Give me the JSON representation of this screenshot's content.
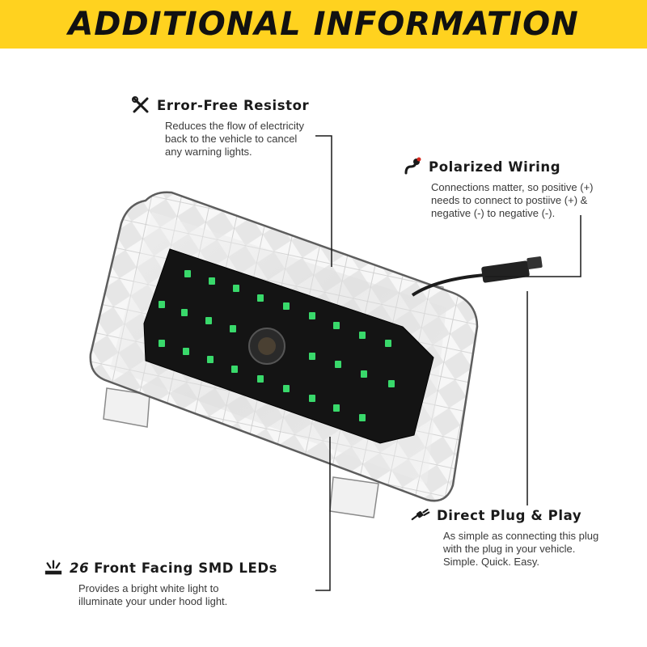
{
  "banner": {
    "title": "ADDITIONAL INFORMATION",
    "color": "#ffd21f"
  },
  "features": {
    "resistor": {
      "icon": "wrench-screwdriver-icon",
      "title": "Error-Free Resistor",
      "description": "Reduces the flow of electricity\nback to the vehicle to cancel\nany warning lights."
    },
    "polarized": {
      "icon": "wiring-plug-icon",
      "title": "Polarized Wiring",
      "description": "Connections matter, so positive (+)\nneeds to connect to postiive (+) &\nnegative (-) to negative (-)."
    },
    "plug": {
      "icon": "plug-icon",
      "title": "Direct Plug & Play",
      "description": "As simple as connecting this plug\nwith the plug in your vehicle.\nSimple. Quick. Easy."
    },
    "leds": {
      "icon": "light-rays-icon",
      "count": "26",
      "title": "Front Facing SMD LEDs",
      "description": "Provides a bright white light to\nilluminate your under hood light."
    }
  },
  "colors": {
    "accent": "#ffd21f",
    "led": "#39d96b",
    "board": "#141414"
  }
}
